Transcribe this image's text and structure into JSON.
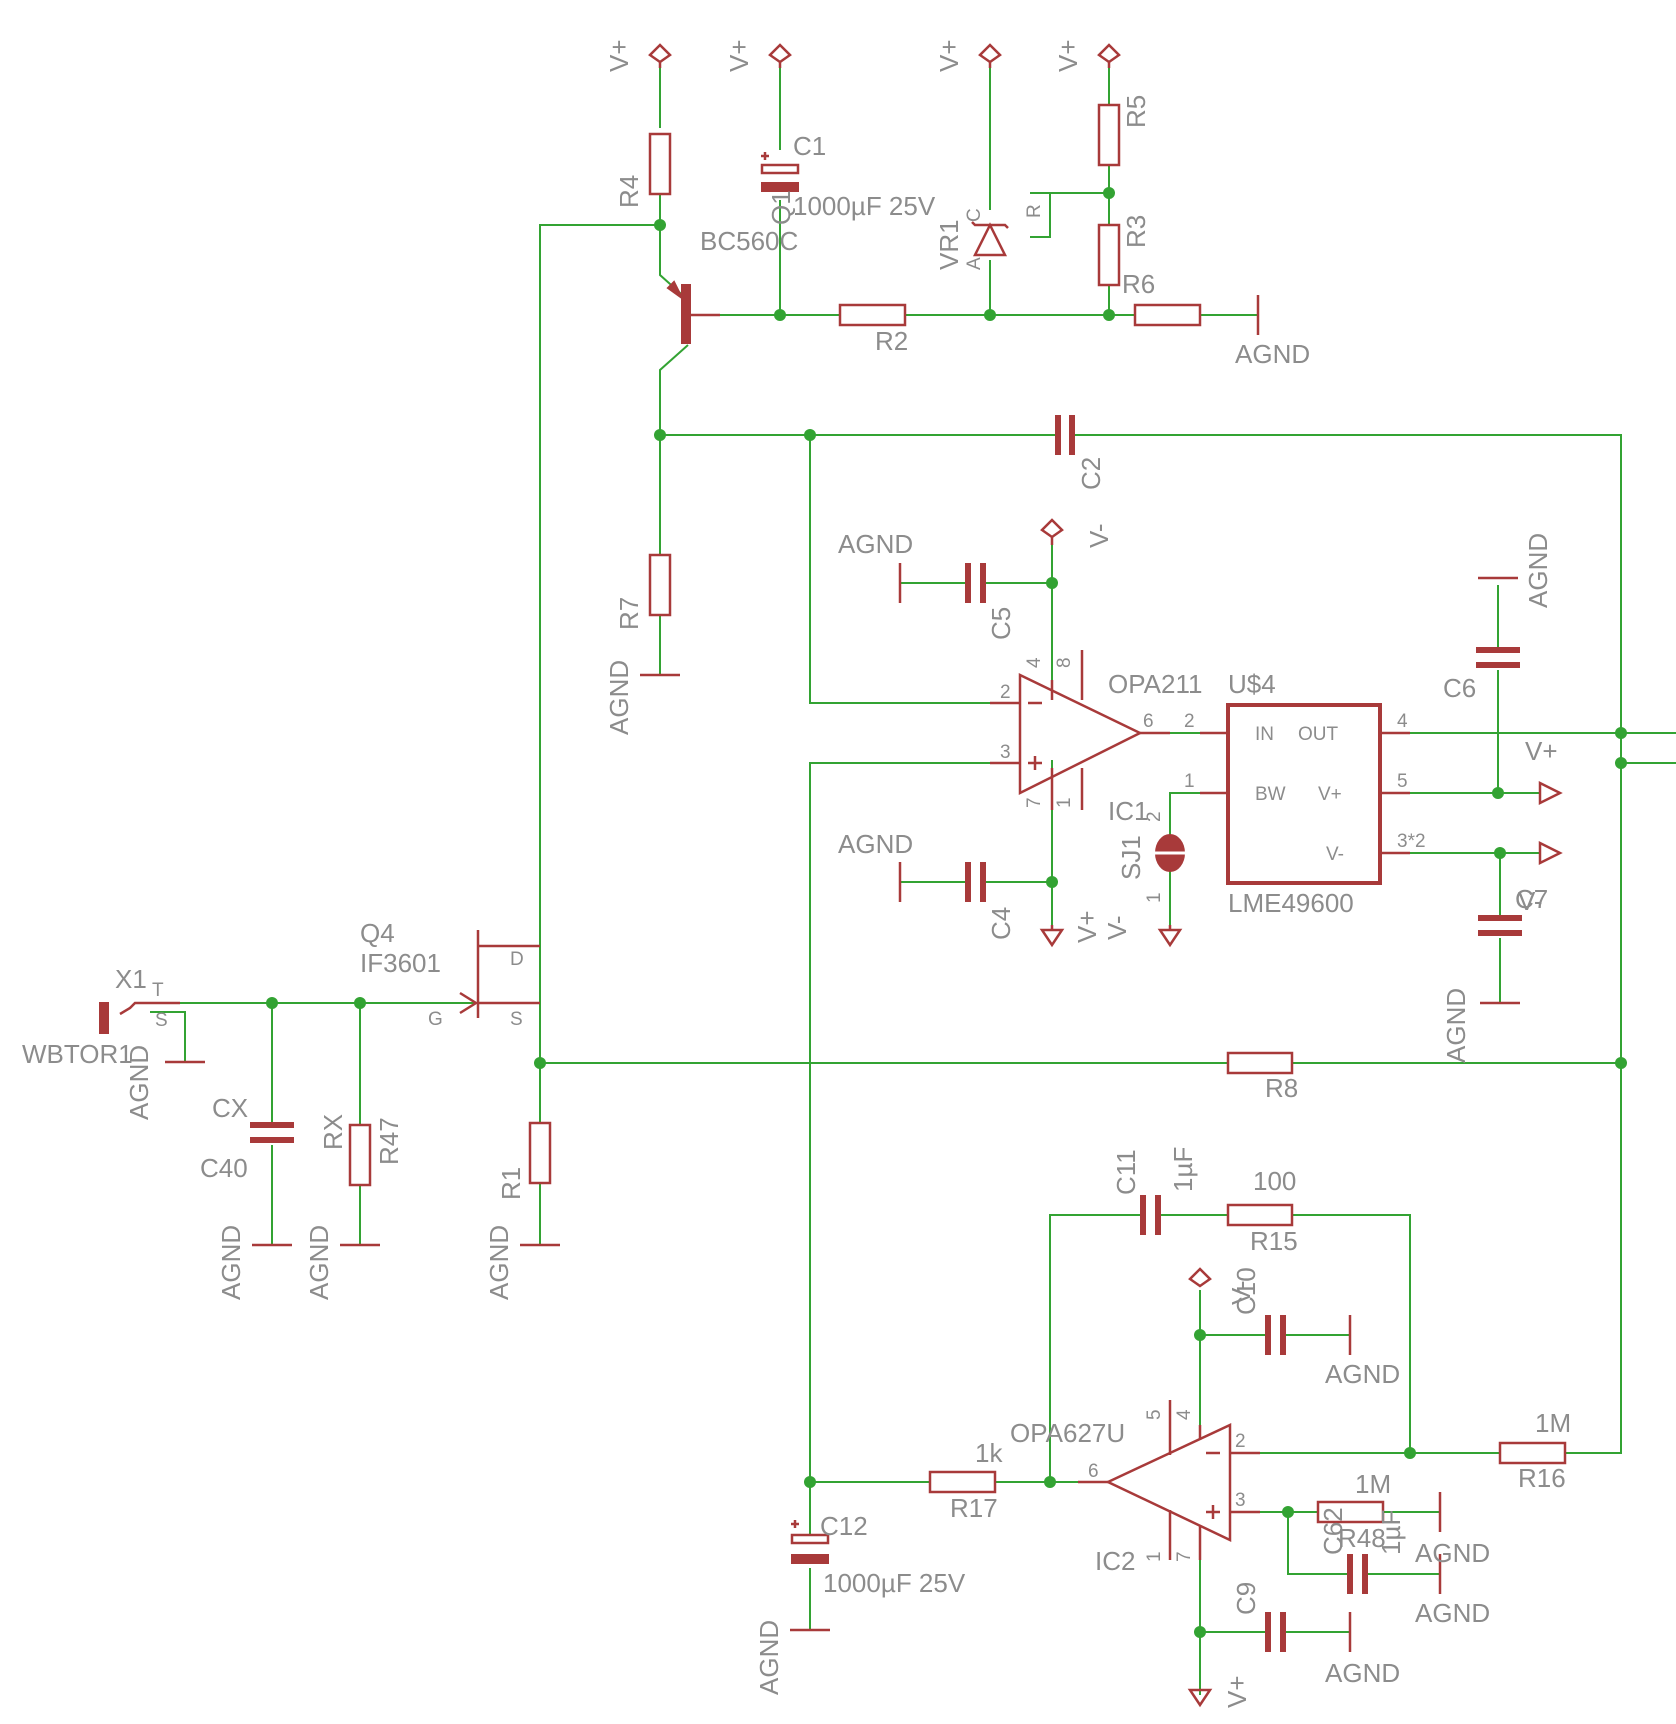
{
  "colors": {
    "wire": "#33a333",
    "symbol": "#a83a3a",
    "text": "#8c8c8c"
  },
  "rails": {
    "vplus": "V+",
    "vminus": "V-",
    "agnd": "AGND"
  },
  "parts": {
    "r4": "R4",
    "c1": "C1",
    "c1_val": "1000µF 25V",
    "q1": "Q1",
    "q1_val": "BC560C",
    "vr1": "VR1",
    "vr1_c": "C",
    "vr1_a": "A",
    "vr1_r": "R",
    "r5": "R5",
    "r3": "R3",
    "r6": "R6",
    "r2": "R2",
    "c2": "C2",
    "r7": "R7",
    "c5": "C5",
    "c4": "C4",
    "opa": "OPA211",
    "ic1": "IC1",
    "u4": "U$4",
    "u4_val": "LME49600",
    "u4_in": "IN",
    "u4_out": "OUT",
    "u4_bw": "BW",
    "u4_vp": "V+",
    "u4_vm": "V-",
    "sj1": "SJ1",
    "c6": "C6",
    "c7": "C7",
    "q4": "Q4",
    "q4_val": "IF3601",
    "q4_d": "D",
    "q4_g": "G",
    "q4_s": "S",
    "x1": "X1",
    "x1_val": "WBTOR1",
    "x1_t": "T",
    "x1_s": "S",
    "cx": "CX",
    "c40": "C40",
    "rx": "RX",
    "r47": "R47",
    "r1": "R1",
    "r8": "R8",
    "c11": "C11",
    "c11_val": "1µF",
    "r15": "R15",
    "r15_val": "100",
    "c10": "C10",
    "ic2_val": "OPA627U",
    "ic2": "IC2",
    "r16": "R16",
    "r16_val": "1M",
    "r17": "R17",
    "r17_val": "1k",
    "c12": "C12",
    "c12_val": "1000µF 25V",
    "r48": "R48",
    "r48_val": "1M",
    "c62": "C62",
    "c62_val": "1µF",
    "c9": "C9"
  },
  "pins": {
    "p1": "1",
    "p2": "2",
    "p3": "3",
    "p4": "4",
    "p5": "5",
    "p6": "6",
    "p7": "7",
    "p8": "8",
    "p32": "3*2"
  }
}
